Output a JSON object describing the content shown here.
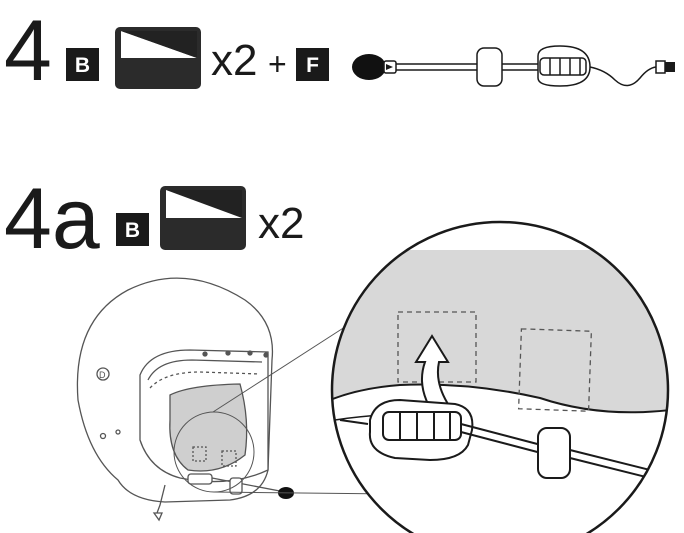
{
  "step_4": {
    "number": "4",
    "badge_b": "B",
    "quantity": "x2",
    "plus": "+",
    "badge_f": "F"
  },
  "step_4a": {
    "number": "4a",
    "badge_b": "B",
    "quantity": "x2"
  },
  "colors": {
    "ink": "#1a1a1a",
    "pad_dark": "#2b2b2b",
    "zoom_fill": "#d8d8d8",
    "helmet_line": "#555555"
  }
}
